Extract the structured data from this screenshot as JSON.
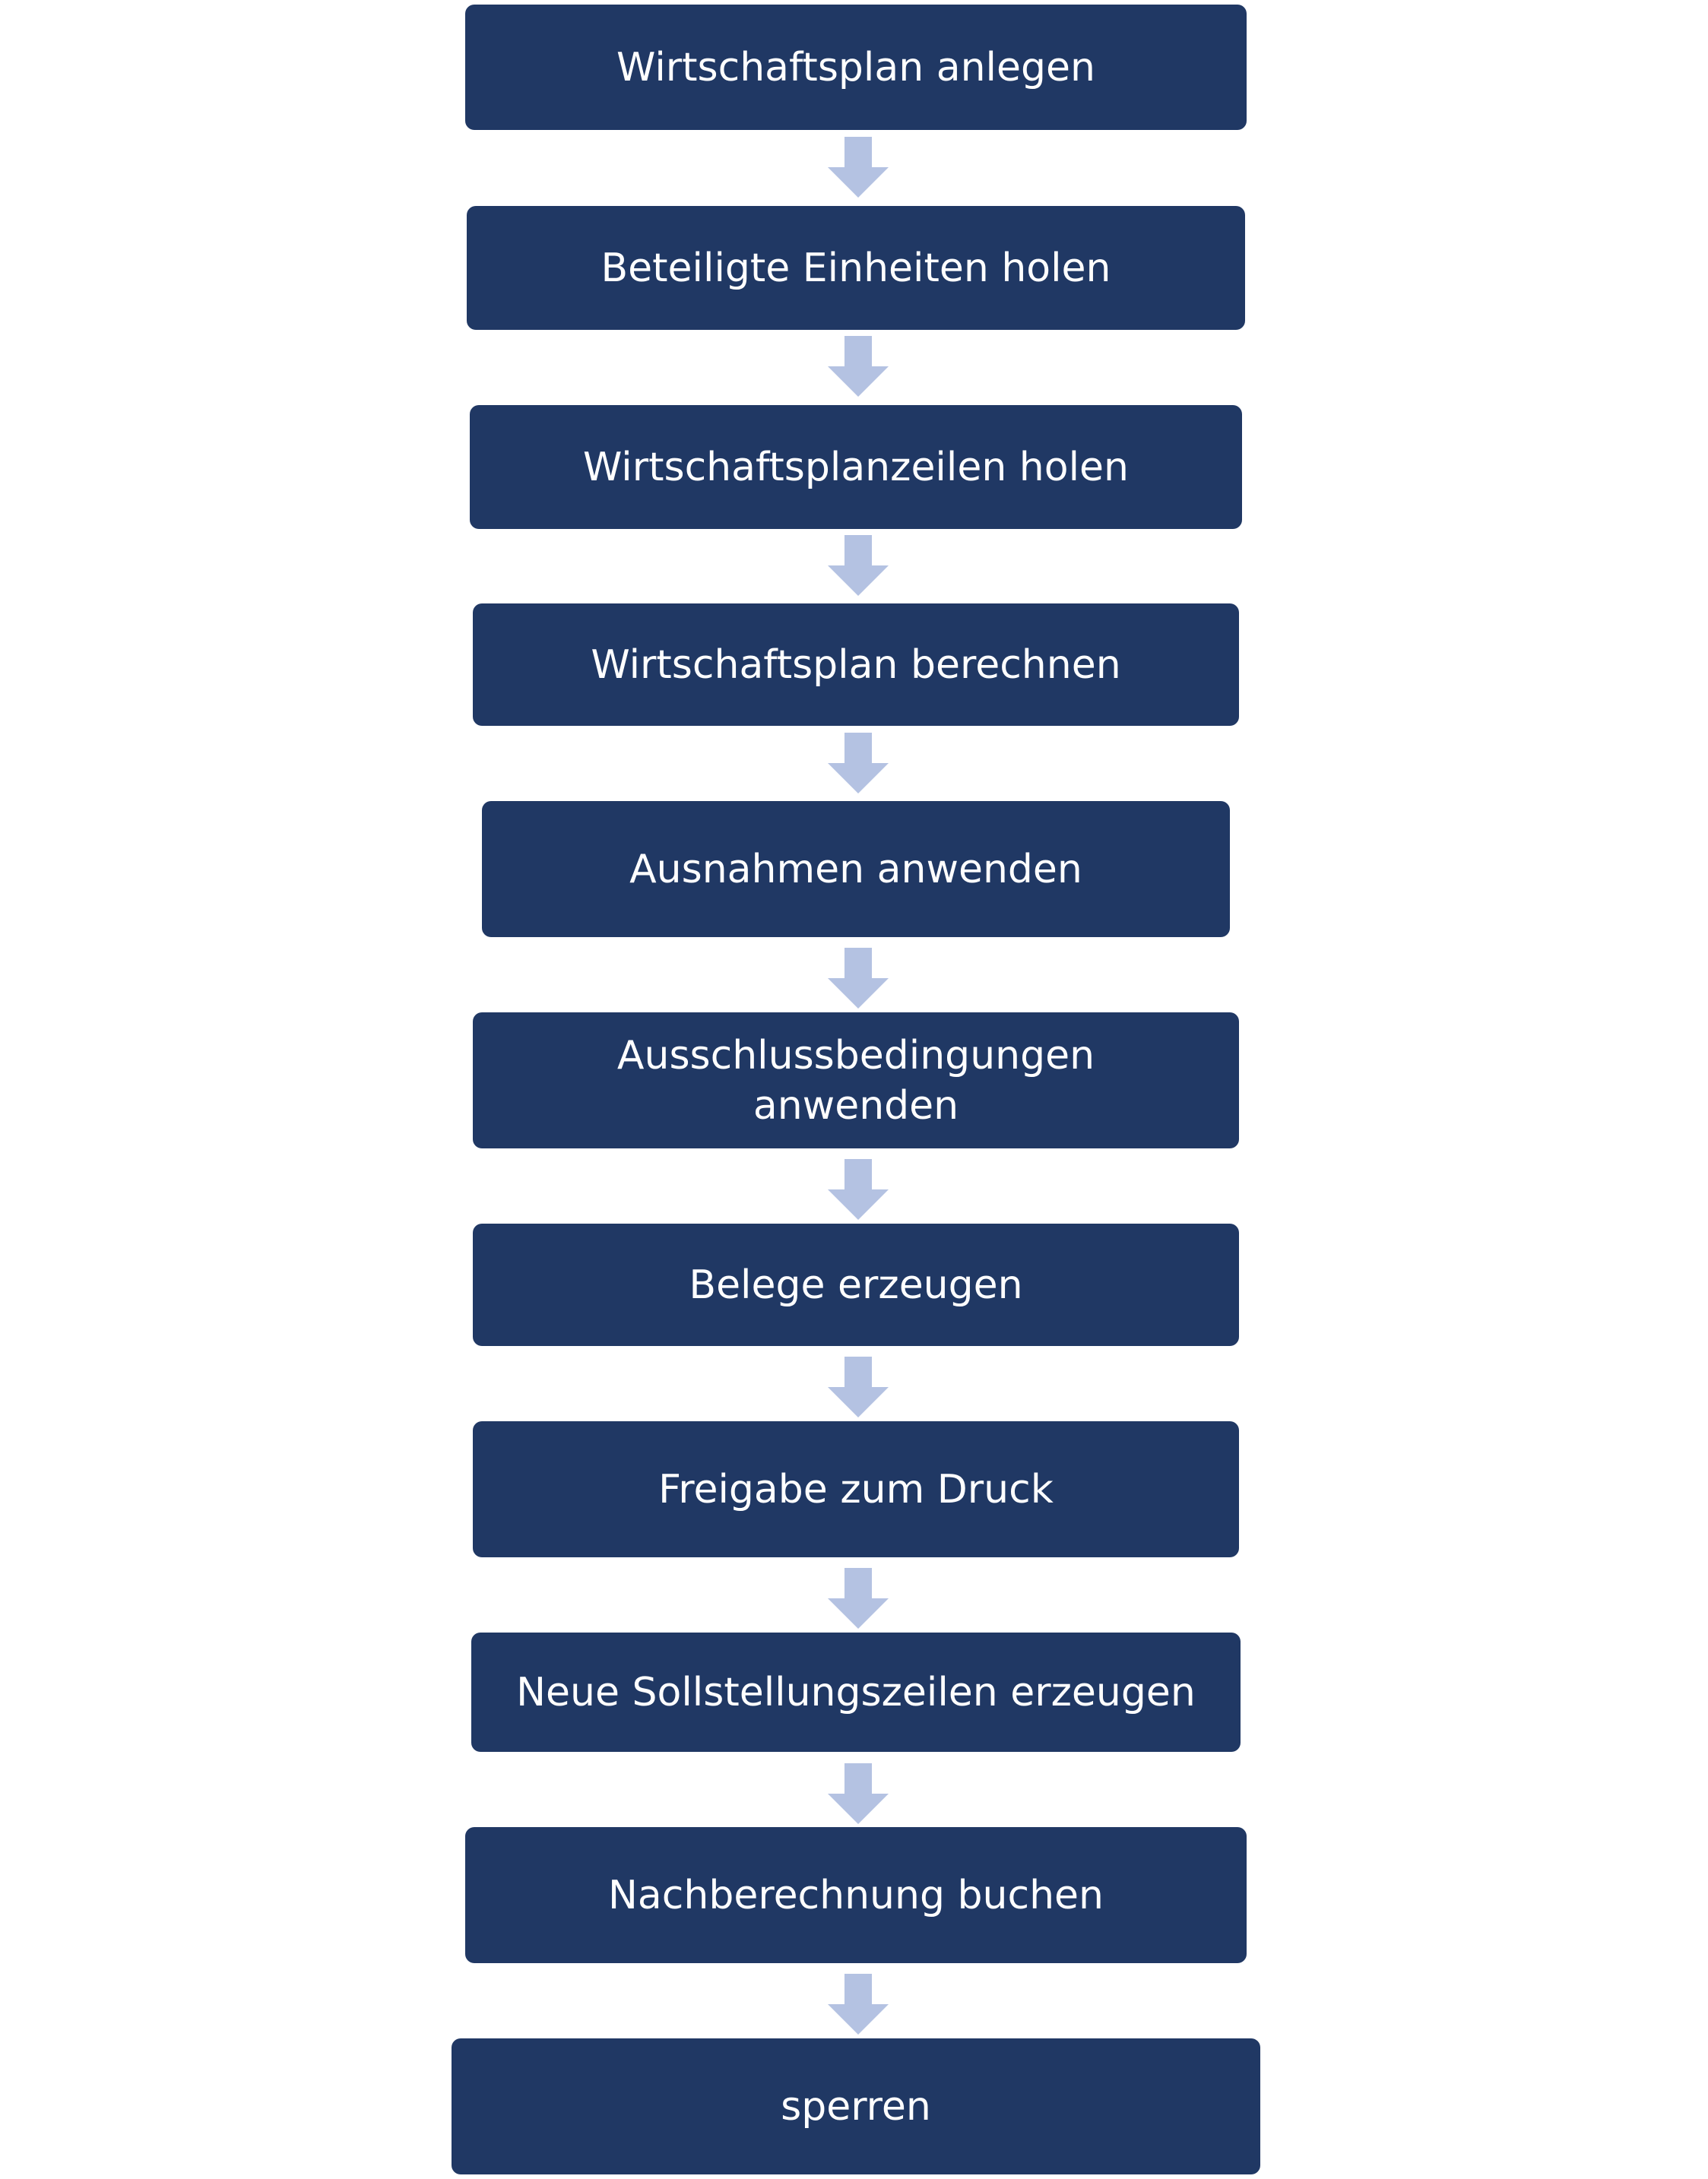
{
  "diagram": {
    "steps": [
      {
        "label": "Wirtschaftsplan anlegen"
      },
      {
        "label": "Beteiligte Einheiten holen"
      },
      {
        "label": "Wirtschaftsplanzeilen holen"
      },
      {
        "label": "Wirtschaftsplan berechnen"
      },
      {
        "label": "Ausnahmen anwenden"
      },
      {
        "label": "Ausschlussbedingungen\nanwenden"
      },
      {
        "label": "Belege erzeugen"
      },
      {
        "label": "Freigabe zum Druck"
      },
      {
        "label": "Neue Sollstellungszeilen erzeugen"
      },
      {
        "label": "Nachberechnung buchen"
      },
      {
        "label": "sperren"
      }
    ],
    "colors": {
      "box": "#203864",
      "text": "#ffffff",
      "arrow": "#b4c2e2"
    }
  }
}
